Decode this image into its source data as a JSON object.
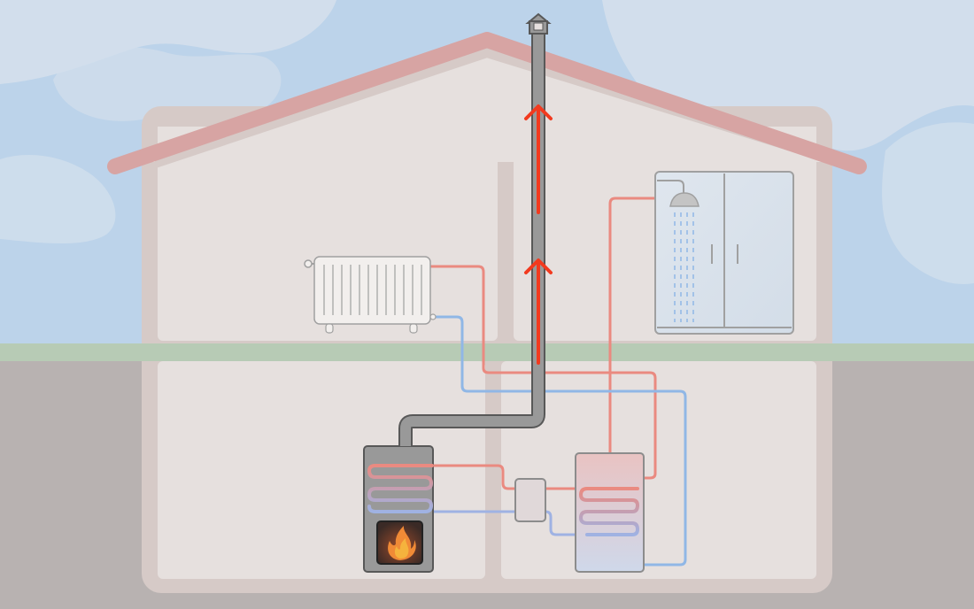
{
  "scene": {
    "title": "",
    "components": [
      {
        "id": "radiator",
        "icon": "radiator-icon"
      },
      {
        "id": "shower",
        "icon": "shower-icon"
      },
      {
        "id": "stove",
        "icon": "wood-stove-icon"
      },
      {
        "id": "chimney",
        "icon": "chimney-icon"
      },
      {
        "id": "hot-water-tank",
        "icon": "tank-icon"
      },
      {
        "id": "pump-valve",
        "icon": "pump-icon"
      },
      {
        "id": "flame",
        "icon": "flame-icon"
      }
    ],
    "flows": [
      {
        "name": "hot-supply",
        "color": "#ea8a80"
      },
      {
        "name": "cold-return",
        "color": "#90b7e6"
      },
      {
        "name": "flue-gas",
        "color": "#f23a1f"
      }
    ]
  },
  "colors": {
    "sky": "#bcd3ea",
    "cloud": "#d6e1ec",
    "house_fill": "#e6e0de",
    "house_wall": "#d6cac7",
    "roof": "#d7a4a3",
    "ground": "#b8b2b1",
    "ground_strip": "#b7cbb5",
    "stove": "#999999",
    "stove_outline": "#585858",
    "tank_top": "#e9c3c2",
    "tank_bottom": "#cfd8ea",
    "hot_pipe": "#ea8a80",
    "cold_pipe": "#90b7e6",
    "arrow": "#f23a1f"
  }
}
